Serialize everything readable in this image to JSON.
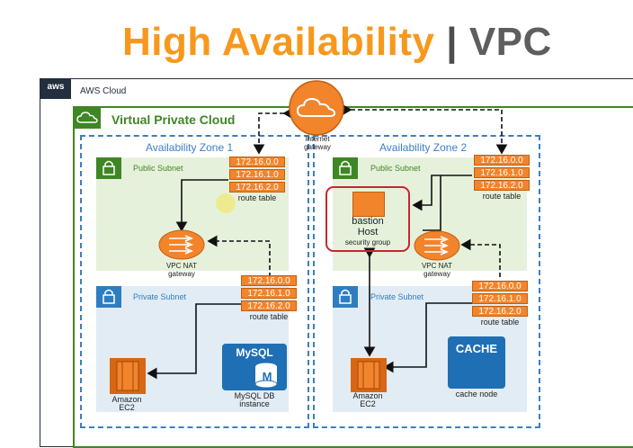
{
  "title": {
    "part1": "High Availability",
    "separator": "|",
    "part2": "VPC"
  },
  "aws_cloud": {
    "logo": "aws",
    "label": "AWS Cloud"
  },
  "vpc": {
    "label": "Virtual Private Cloud"
  },
  "internet_gateway": {
    "label_line1": "Internet",
    "label_line2": "gateway"
  },
  "zones": [
    {
      "label": "Availability Zone 1",
      "public_subnet": {
        "label": "Public Subnet",
        "route_table": {
          "routes": [
            "172.16.0.0",
            "172.16.1.0",
            "172.16.2.0"
          ],
          "label": "route table"
        },
        "nat": {
          "line1": "VPC NAT",
          "line2": "gateway"
        }
      },
      "private_subnet": {
        "label": "Private Subnet",
        "route_table": {
          "routes": [
            "172.16.0.0",
            "172.16.1.0",
            "172.16.2.0"
          ],
          "label": "route table"
        },
        "ec2": {
          "line1": "Amazon",
          "line2": "EC2"
        },
        "db": {
          "logo": "MySQL",
          "letter": "M",
          "line1": "MySQL DB",
          "line2": "instance"
        }
      }
    },
    {
      "label": "Availability Zone 2",
      "public_subnet": {
        "label": "Public Subnet",
        "route_table": {
          "routes": [
            "172.16.0.0",
            "172.16.1.0",
            "172.16.2.0"
          ],
          "label": "route table"
        },
        "bastion": {
          "line1": "bastion",
          "line2": "Host",
          "line3": "security group"
        },
        "nat": {
          "line1": "VPC NAT",
          "line2": "gateway"
        }
      },
      "private_subnet": {
        "label": "Private Subnet",
        "route_table": {
          "routes": [
            "172.16.0.0",
            "172.16.1.0",
            "172.16.2.0"
          ],
          "label": "route table"
        },
        "ec2": {
          "line1": "Amazon",
          "line2": "EC2"
        },
        "cache": {
          "logo": "CACHE",
          "label": "cache node"
        }
      }
    }
  ],
  "colors": {
    "accent_orange": "#f7981d",
    "vpc_green": "#3f8624",
    "az_blue": "#3b7fc4",
    "aws_dark": "#232f3e"
  }
}
